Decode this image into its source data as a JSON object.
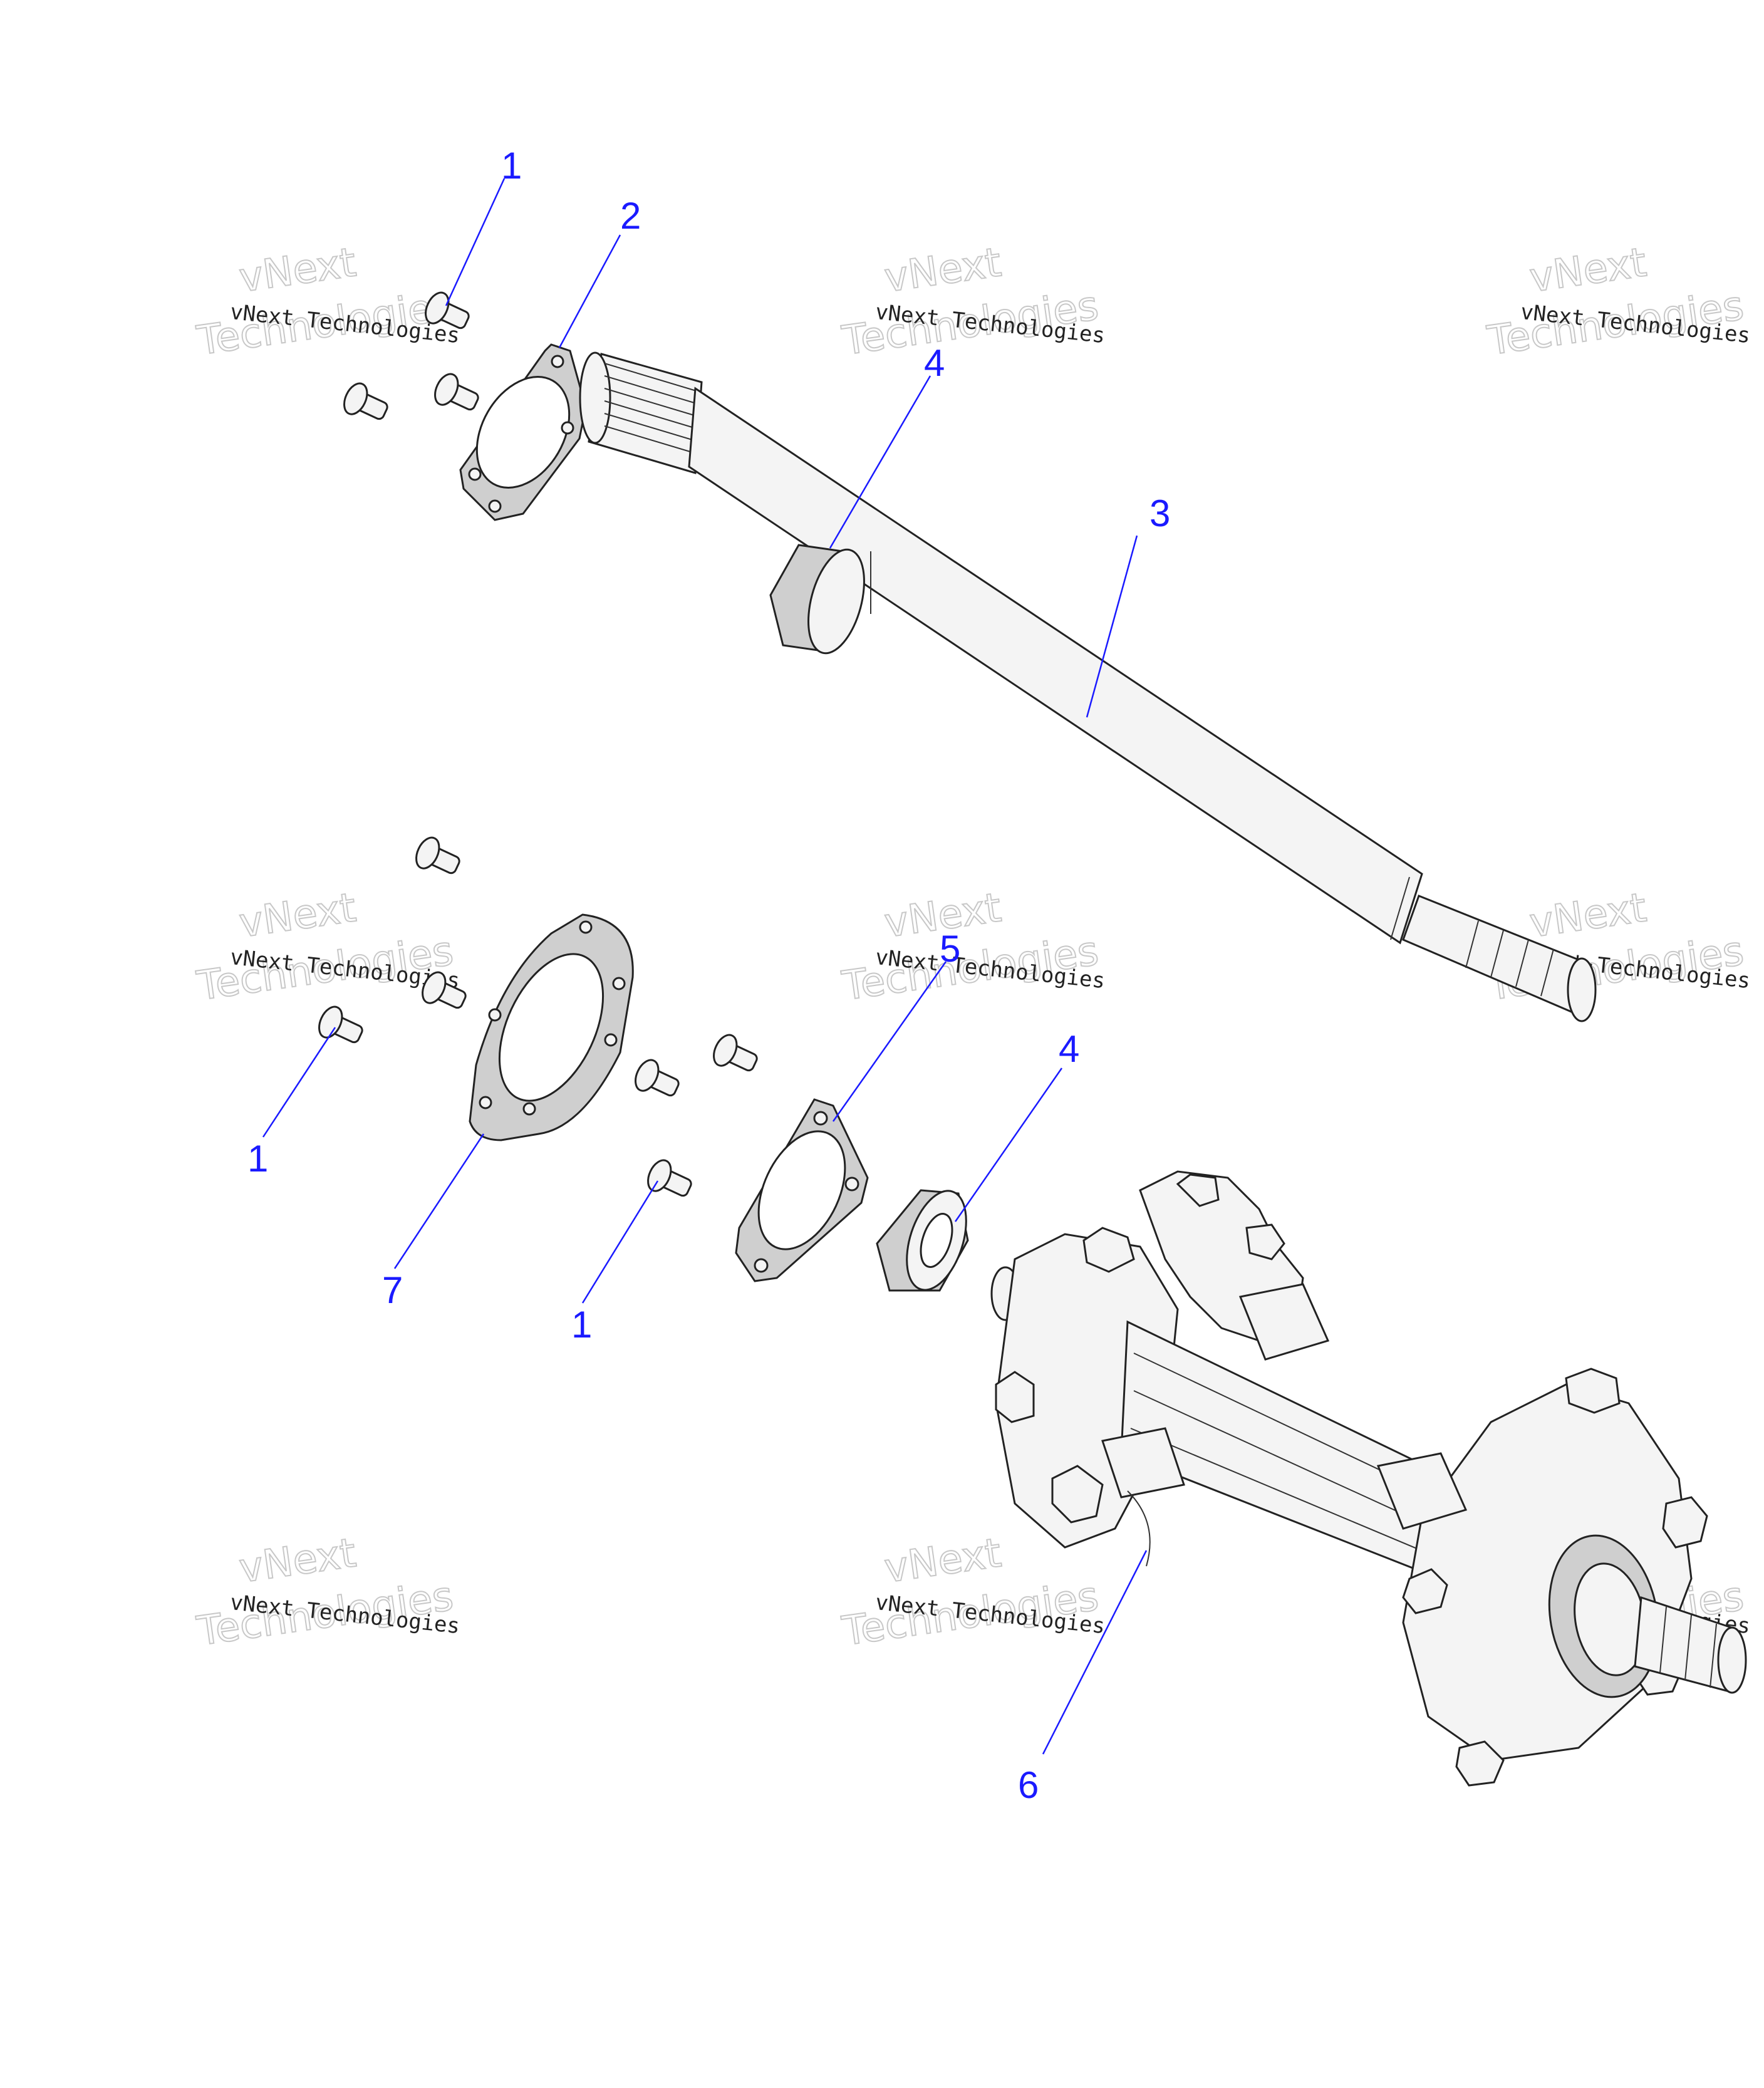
{
  "callouts": [
    {
      "id": "c1a",
      "label": "1"
    },
    {
      "id": "c2",
      "label": "2"
    },
    {
      "id": "c4a",
      "label": "4"
    },
    {
      "id": "c3",
      "label": "3"
    },
    {
      "id": "c5",
      "label": "5"
    },
    {
      "id": "c4b",
      "label": "4"
    },
    {
      "id": "c1b",
      "label": "1"
    },
    {
      "id": "c7",
      "label": "7"
    },
    {
      "id": "c1c",
      "label": "1"
    },
    {
      "id": "c6",
      "label": "6"
    }
  ],
  "watermark": {
    "line_small": "vNext Technologies",
    "line_big_1": "vNext",
    "line_big_2": "Technologies"
  },
  "colors": {
    "callout": "#1a1aff",
    "outline": "#222222",
    "watermark": "#c8c8c8"
  }
}
